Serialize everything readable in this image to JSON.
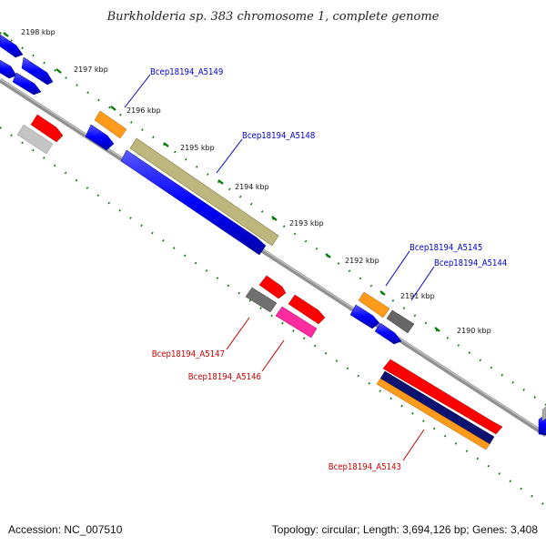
{
  "title": "Burkholderia sp. 383 chromosome 1, complete genome",
  "footer": {
    "accession": "Accession: NC_007510",
    "topology": "Topology: circular; Length: 3,694,126 bp; Genes: 3,408"
  },
  "ticks": [
    "2198 kbp",
    "2197 kbp",
    "2196 kbp",
    "2195 kbp",
    "2194 kbp",
    "2193 kbp",
    "2192 kbp",
    "2191 kbp",
    "2190 kbp"
  ],
  "gene_labels": {
    "a5149": "Bcep18194_A5149",
    "a5148": "Bcep18194_A5148",
    "a5145": "Bcep18194_A5145",
    "a5144": "Bcep18194_A5144",
    "a5147": "Bcep18194_A5147",
    "a5146": "Bcep18194_A5146",
    "a5143": "Bcep18194_A5143"
  },
  "colors": {
    "forward_gene": "#0000ff",
    "reverse_gene": "#ff0000",
    "backbone": "#808080",
    "tick_mark": "#007700",
    "rna": "#ff8c00",
    "pseudogene": "#666666",
    "olive": "#b8b47a",
    "magenta": "#ff1493",
    "navy": "#000080",
    "light_gray": "#b0b0b0",
    "label_forward": "#0000c8",
    "label_reverse": "#c80000"
  }
}
